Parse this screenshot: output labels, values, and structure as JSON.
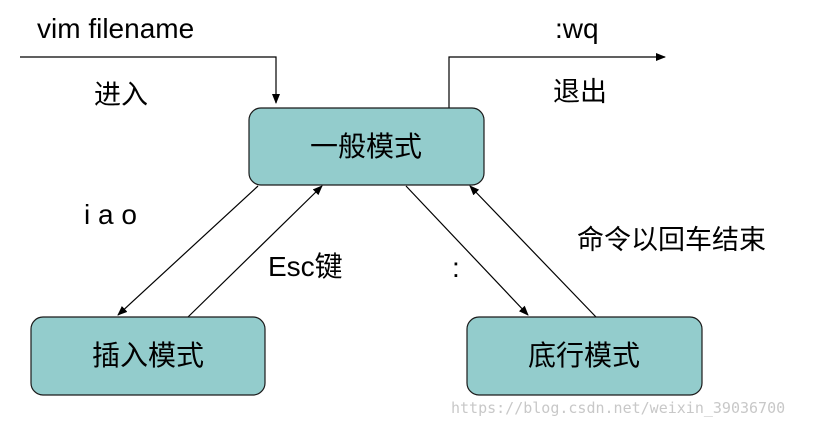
{
  "nodes": {
    "normal": "一般模式",
    "insert": "插入模式",
    "lastline": "底行模式"
  },
  "labels": {
    "open_command": "vim filename",
    "enter": "进入",
    "quit_command": ":wq",
    "exit": "退出",
    "insert_keys": "i a o",
    "esc_key": "Esc键",
    "colon_key": ":",
    "enter_ends": "命令以回车结束"
  },
  "watermark": "https://blog.csdn.net/weixin_39036700",
  "colors": {
    "node_fill": "#93cccc",
    "stroke": "#000000",
    "watermark": "#c8c8c8"
  }
}
